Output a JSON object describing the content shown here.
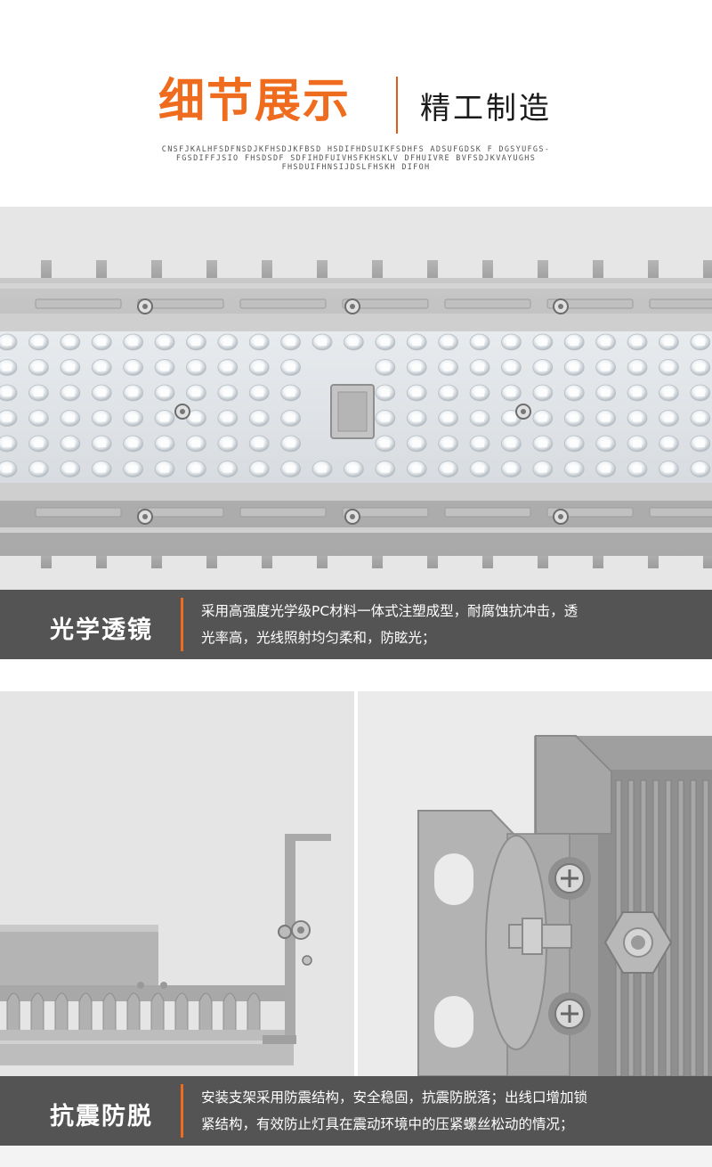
{
  "header": {
    "title": "细节展示",
    "subtitle": "精工制造",
    "tagline_lines": [
      "CNSFJKALHFSDFNSDJKFHSDJKFBSD HSDIFHDSUIKFSDHFS ADSUFGDSK F DGSYUFGS-",
      "FGSDIFFJSIO FHSDSDF SDFIHDFUIVHSFKHSKLV DFHUIVRE BVFSDJKVAYUGHS",
      "FHSDUIFHNSIJDSLFHSKH DIFOH"
    ]
  },
  "features": [
    {
      "title": "光学透镜",
      "desc_lines": [
        "采用高强度光学级PC材料一体式注塑成型，耐腐蚀抗冲击，透",
        "光率高，光线照射均匀柔和，防眩光；"
      ]
    },
    {
      "title": "抗震防脱",
      "desc_lines": [
        "安装支架采用防震结构，安全稳固，抗震防脱落；出线口增加锁",
        "紧结构，有效防止灯具在震动环境中的压紧螺丝松动的情况；"
      ]
    }
  ],
  "colors": {
    "accent": "#ef6c1f",
    "bar": "#545454",
    "panel_bg": "#e6e6e6"
  }
}
